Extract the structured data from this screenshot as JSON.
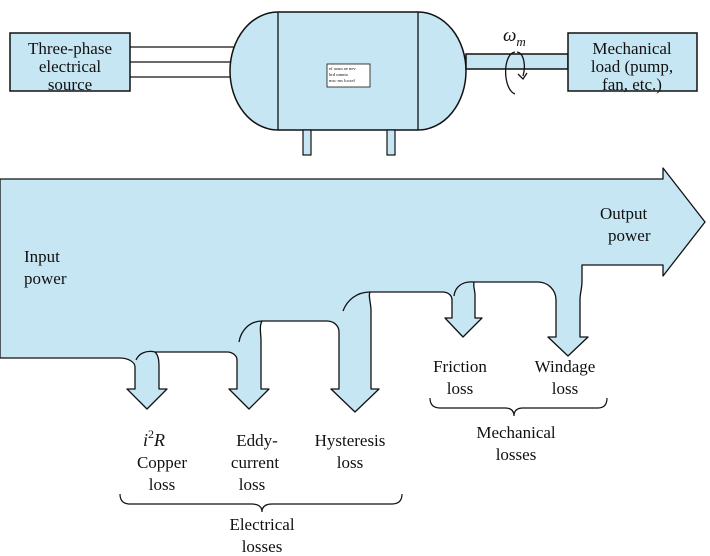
{
  "source_box": {
    "lines": [
      "Three-phase",
      "electrical",
      "source"
    ]
  },
  "load_box": {
    "lines": [
      "Mechanical",
      "load (pump,",
      "fan, etc.)"
    ]
  },
  "speed_symbol": {
    "base": "ω",
    "subscript": "m"
  },
  "nameplate": {
    "lines": [
      "ef aoun ae nev",
      "hrd umnto",
      "msc ms locsel"
    ]
  },
  "input_label": {
    "lines": [
      "Input",
      "power"
    ]
  },
  "output_label": {
    "lines": [
      "Output",
      "power"
    ]
  },
  "losses": {
    "copper": {
      "symbol_base": "i",
      "symbol_exp": "2",
      "symbol_tail": "R",
      "lines": [
        "Copper",
        "loss"
      ]
    },
    "eddy": {
      "lines": [
        "Eddy-",
        "current",
        "loss"
      ]
    },
    "hysteresis": {
      "lines": [
        "Hysteresis",
        "loss"
      ]
    },
    "friction": {
      "lines": [
        "Friction",
        "loss"
      ]
    },
    "windage": {
      "lines": [
        "Windage",
        "loss"
      ]
    }
  },
  "groups": {
    "electrical": {
      "lines": [
        "Electrical",
        "losses"
      ]
    },
    "mechanical": {
      "lines": [
        "Mechanical",
        "losses"
      ]
    }
  },
  "colors": {
    "fill": "#c6e6f3",
    "stroke": "#111111"
  }
}
